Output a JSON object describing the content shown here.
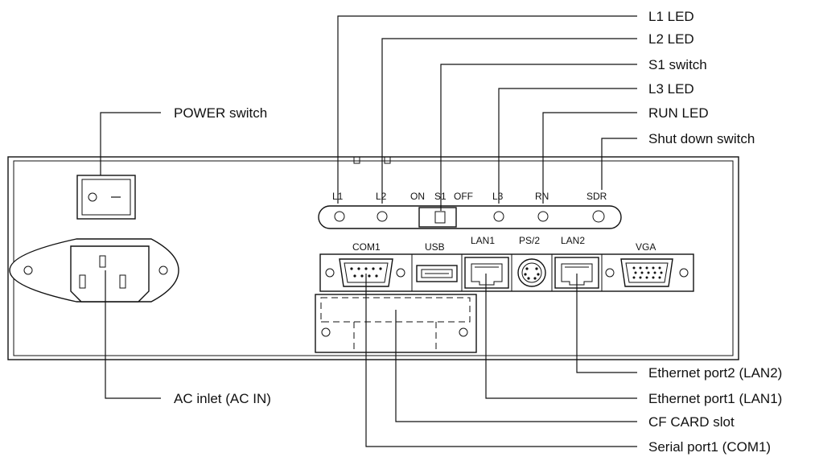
{
  "callouts": {
    "l1_led": "L1 LED",
    "l2_led": "L2 LED",
    "s1_switch": "S1 switch",
    "l3_led": "L3 LED",
    "run_led": "RUN LED",
    "shutdown_switch": "Shut down switch",
    "power_switch": "POWER switch",
    "ac_inlet": "AC inlet (AC IN)",
    "eth_port2": "Ethernet port2 (LAN2)",
    "eth_port1": "Ethernet port1 (LAN1)",
    "cf_card": "CF CARD slot",
    "serial_port1": "Serial port1 (COM1)"
  },
  "panel_labels": {
    "l1": "L1",
    "l2": "L2",
    "on": "ON",
    "s1": "S1",
    "off": "OFF",
    "l3": "L3",
    "rn": "RN",
    "sdr": "SDR",
    "com1": "COM1",
    "usb": "USB",
    "lan1": "LAN1",
    "ps2": "PS/2",
    "lan2": "LAN2",
    "vga": "VGA"
  }
}
